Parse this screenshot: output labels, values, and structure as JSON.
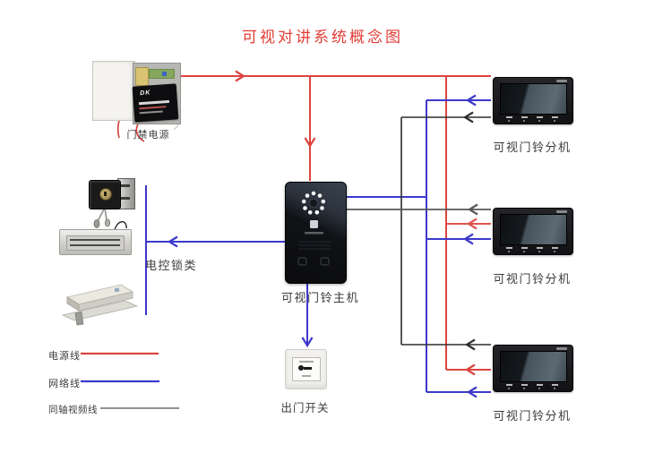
{
  "title": "可视对讲系统概念图",
  "palette": {
    "power_line": "#dc443f",
    "network_line": "#3c39cb",
    "coax_line": "#2e2e2e",
    "coax_line_gray": "#585858",
    "coax_legend": "#6b6b6b",
    "title_color": "#e23c36",
    "label_color": "#3c3c3c"
  },
  "nodes": {
    "power_supply": {
      "label": "门禁电源",
      "brand": "DK"
    },
    "lock_group": {
      "label": "电控锁类"
    },
    "door_station": {
      "label": "可视门铃主机"
    },
    "exit_button": {
      "label": "出门开关"
    },
    "monitor_1": {
      "label": "可视门铃分机"
    },
    "monitor_2": {
      "label": "可视门铃分机"
    },
    "monitor_3": {
      "label": "可视门铃分机"
    }
  },
  "legend": {
    "power": {
      "label": "电源线"
    },
    "network": {
      "label": "网络线"
    },
    "coax": {
      "label": "同轴视频线"
    }
  },
  "connections": [
    {
      "name": "power-supply-out",
      "color": "#dc443f",
      "w": 2,
      "points": [
        [
          202,
          85
        ],
        [
          548,
          85
        ]
      ],
      "arrows": [
        {
          "at": [
            272,
            85
          ],
          "dir": "right"
        }
      ]
    },
    {
      "name": "power-drop-door-station",
      "color": "#dc443f",
      "w": 2,
      "points": [
        [
          346,
          85
        ],
        [
          346,
          202
        ]
      ],
      "arrows": [
        {
          "at": [
            346,
            163
          ],
          "dir": "down"
        }
      ]
    },
    {
      "name": "power-trunk",
      "color": "#dc443f",
      "w": 2,
      "points": [
        [
          498,
          85
        ],
        [
          498,
          413
        ]
      ],
      "arrows": []
    },
    {
      "name": "power-to-monitor-2",
      "color": "#e0544f",
      "w": 2,
      "points": [
        [
          498,
          250
        ],
        [
          548,
          250
        ]
      ],
      "arrows": [
        {
          "at": [
            523,
            250
          ],
          "dir": "left"
        }
      ]
    },
    {
      "name": "power-to-monitor-3",
      "color": "#dc443f",
      "w": 2,
      "points": [
        [
          498,
          413
        ],
        [
          548,
          413
        ]
      ],
      "arrows": [
        {
          "at": [
            521,
            413
          ],
          "dir": "left"
        }
      ]
    },
    {
      "name": "network-trunk",
      "color": "#3c39cb",
      "w": 2,
      "points": [
        [
          476,
          112
        ],
        [
          476,
          438
        ]
      ],
      "arrows": []
    },
    {
      "name": "network-to-monitor-1",
      "color": "#3c39cb",
      "w": 2,
      "points": [
        [
          476,
          112
        ],
        [
          548,
          112
        ]
      ],
      "arrows": [
        {
          "at": [
            522,
            112
          ],
          "dir": "left"
        }
      ]
    },
    {
      "name": "network-door-station",
      "color": "#3c39cb",
      "w": 2,
      "points": [
        [
          385,
          220
        ],
        [
          476,
          220
        ]
      ],
      "arrows": []
    },
    {
      "name": "network-to-monitor-2",
      "color": "#3c39cb",
      "w": 2,
      "points": [
        [
          476,
          267
        ],
        [
          548,
          267
        ]
      ],
      "arrows": [
        {
          "at": [
            519,
            267
          ],
          "dir": "left"
        }
      ]
    },
    {
      "name": "network-to-monitor-3",
      "color": "#3c39cb",
      "w": 2,
      "points": [
        [
          476,
          438
        ],
        [
          548,
          438
        ]
      ],
      "arrows": [
        {
          "at": [
            523,
            438
          ],
          "dir": "left"
        }
      ]
    },
    {
      "name": "network-to-locks",
      "color": "#3c39cb",
      "w": 2,
      "points": [
        [
          318,
          270
        ],
        [
          163,
          270
        ]
      ],
      "arrows": [
        {
          "at": [
            189,
            270
          ],
          "dir": "left"
        }
      ]
    },
    {
      "name": "lock-bus",
      "color": "#3c39cb",
      "w": 2,
      "points": [
        [
          163,
          207
        ],
        [
          163,
          352
        ]
      ],
      "arrows": []
    },
    {
      "name": "network-to-exit-button",
      "color": "#3c39cb",
      "w": 2,
      "points": [
        [
          343,
          315
        ],
        [
          343,
          387
        ]
      ],
      "arrows": [
        {
          "at": [
            343,
            386
          ],
          "dir": "down"
        }
      ]
    },
    {
      "name": "coax-trunk",
      "color": "#2e2e2e",
      "w": 1.6,
      "points": [
        [
          448,
          131
        ],
        [
          448,
          385
        ]
      ],
      "arrows": []
    },
    {
      "name": "coax-to-monitor-1",
      "color": "#2e2e2e",
      "w": 1.6,
      "points": [
        [
          448,
          131
        ],
        [
          548,
          131
        ]
      ],
      "arrows": [
        {
          "at": [
            519,
            131
          ],
          "dir": "left"
        }
      ]
    },
    {
      "name": "coax-station-to-monitor-2",
      "color": "#585858",
      "w": 1.8,
      "points": [
        [
          385,
          234
        ],
        [
          548,
          234
        ]
      ],
      "arrows": [
        {
          "at": [
            524,
            234
          ],
          "dir": "left"
        }
      ]
    },
    {
      "name": "coax-to-monitor-3",
      "color": "#2e2e2e",
      "w": 1.6,
      "points": [
        [
          448,
          385
        ],
        [
          548,
          385
        ]
      ],
      "arrows": [
        {
          "at": [
            521,
            385
          ],
          "dir": "left"
        }
      ]
    },
    {
      "name": "legend-power-line",
      "color": "#dc443f",
      "w": 2.2,
      "points": [
        [
          90,
          395
        ],
        [
          177,
          395
        ]
      ],
      "arrows": []
    },
    {
      "name": "legend-network-line",
      "color": "#3c39cb",
      "w": 2.2,
      "points": [
        [
          90,
          426
        ],
        [
          178,
          426
        ]
      ],
      "arrows": []
    },
    {
      "name": "legend-coax-line",
      "color": "#6b6b6b",
      "w": 1.6,
      "points": [
        [
          112,
          456
        ],
        [
          200,
          456
        ]
      ],
      "arrows": []
    }
  ]
}
